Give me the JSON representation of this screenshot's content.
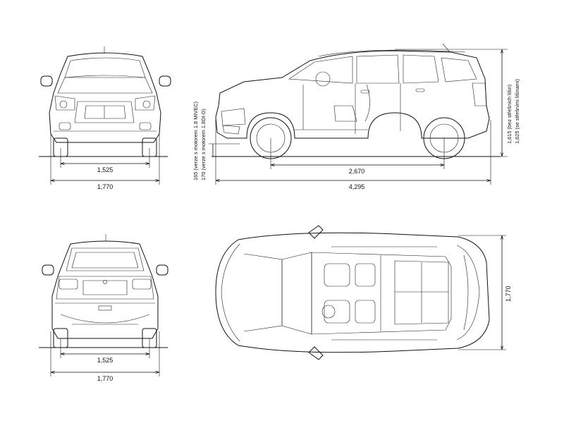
{
  "dimensions": {
    "track_front": "1,525",
    "width_front": "1,770",
    "track_rear": "1,525",
    "width_rear": "1,770",
    "wheelbase": "2,670",
    "length": "4,295",
    "width_top": "1,770",
    "ground_clearance_1": "165 (verze s motorem 1.8 MIVEC)",
    "ground_clearance_2": "170 (verze s motorem 1.8DI-D)",
    "height_1": "1,615 (bez střešních lišin)",
    "height_2": "1,625 (se střešními lišinami)"
  }
}
